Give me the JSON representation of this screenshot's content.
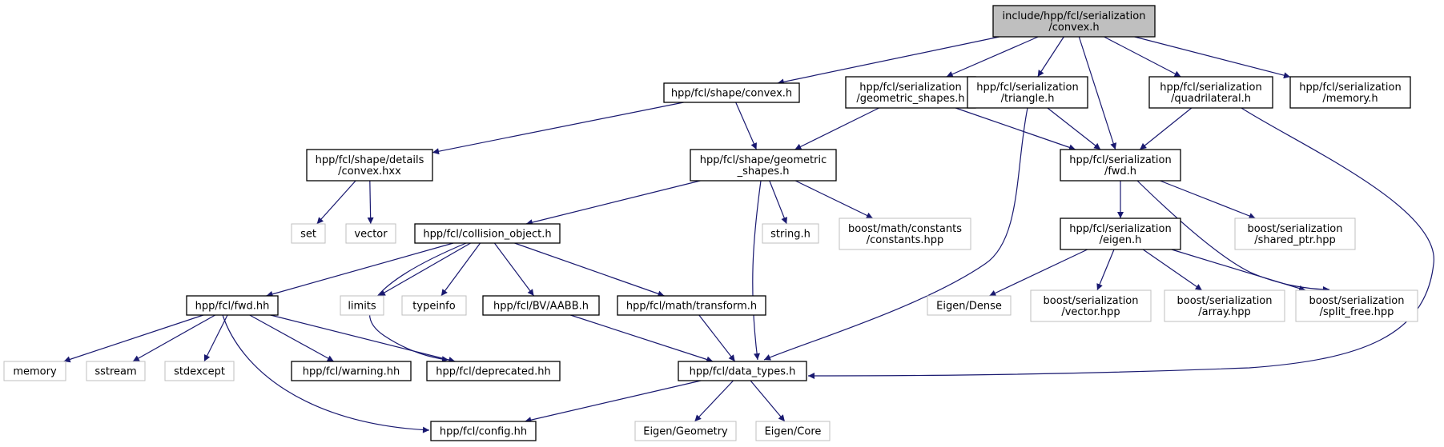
{
  "colors": {
    "edge": "#191970",
    "root_fill": "#bfbfbf",
    "node_border": "#000000",
    "external_border": "#bfbfbf",
    "background": "#ffffff"
  },
  "nodes": [
    {
      "id": "root",
      "lines": [
        "include/hpp/fcl/serialization",
        "/convex.h"
      ],
      "kind": "root"
    },
    {
      "id": "shape-convex",
      "lines": [
        "hpp/fcl/shape/convex.h"
      ],
      "kind": "file"
    },
    {
      "id": "ser-geom",
      "lines": [
        "hpp/fcl/serialization",
        "/geometric_shapes.h"
      ],
      "kind": "file"
    },
    {
      "id": "ser-triangle",
      "lines": [
        "hpp/fcl/serialization",
        "/triangle.h"
      ],
      "kind": "file"
    },
    {
      "id": "ser-quad",
      "lines": [
        "hpp/fcl/serialization",
        "/quadrilateral.h"
      ],
      "kind": "file"
    },
    {
      "id": "ser-memory",
      "lines": [
        "hpp/fcl/serialization",
        "/memory.h"
      ],
      "kind": "file"
    },
    {
      "id": "details-convex",
      "lines": [
        "hpp/fcl/shape/details",
        "/convex.hxx"
      ],
      "kind": "file"
    },
    {
      "id": "shape-geom",
      "lines": [
        "hpp/fcl/shape/geometric",
        "_shapes.h"
      ],
      "kind": "file"
    },
    {
      "id": "ser-fwd",
      "lines": [
        "hpp/fcl/serialization",
        "/fwd.h"
      ],
      "kind": "file"
    },
    {
      "id": "set",
      "lines": [
        "set"
      ],
      "kind": "external"
    },
    {
      "id": "vector",
      "lines": [
        "vector"
      ],
      "kind": "external"
    },
    {
      "id": "collision-object",
      "lines": [
        "hpp/fcl/collision_object.h"
      ],
      "kind": "file"
    },
    {
      "id": "string-h",
      "lines": [
        "string.h"
      ],
      "kind": "external"
    },
    {
      "id": "boost-constants",
      "lines": [
        "boost/math/constants",
        "/constants.hpp"
      ],
      "kind": "external"
    },
    {
      "id": "ser-eigen",
      "lines": [
        "hpp/fcl/serialization",
        "/eigen.h"
      ],
      "kind": "file"
    },
    {
      "id": "boost-shared-ptr",
      "lines": [
        "boost/serialization",
        "/shared_ptr.hpp"
      ],
      "kind": "external"
    },
    {
      "id": "fcl-fwd",
      "lines": [
        "hpp/fcl/fwd.hh"
      ],
      "kind": "file"
    },
    {
      "id": "limits",
      "lines": [
        "limits"
      ],
      "kind": "external"
    },
    {
      "id": "typeinfo",
      "lines": [
        "typeinfo"
      ],
      "kind": "external"
    },
    {
      "id": "bv-aabb",
      "lines": [
        "hpp/fcl/BV/AABB.h"
      ],
      "kind": "file"
    },
    {
      "id": "math-transform",
      "lines": [
        "hpp/fcl/math/transform.h"
      ],
      "kind": "file"
    },
    {
      "id": "eigen-dense",
      "lines": [
        "Eigen/Dense"
      ],
      "kind": "external"
    },
    {
      "id": "boost-vector",
      "lines": [
        "boost/serialization",
        "/vector.hpp"
      ],
      "kind": "external"
    },
    {
      "id": "boost-array",
      "lines": [
        "boost/serialization",
        "/array.hpp"
      ],
      "kind": "external"
    },
    {
      "id": "boost-split-free",
      "lines": [
        "boost/serialization",
        "/split_free.hpp"
      ],
      "kind": "external"
    },
    {
      "id": "memory",
      "lines": [
        "memory"
      ],
      "kind": "external"
    },
    {
      "id": "sstream",
      "lines": [
        "sstream"
      ],
      "kind": "external"
    },
    {
      "id": "stdexcept",
      "lines": [
        "stdexcept"
      ],
      "kind": "external"
    },
    {
      "id": "warning",
      "lines": [
        "hpp/fcl/warning.hh"
      ],
      "kind": "file"
    },
    {
      "id": "deprecated",
      "lines": [
        "hpp/fcl/deprecated.hh"
      ],
      "kind": "file"
    },
    {
      "id": "data-types",
      "lines": [
        "hpp/fcl/data_types.h"
      ],
      "kind": "file"
    },
    {
      "id": "config",
      "lines": [
        "hpp/fcl/config.hh"
      ],
      "kind": "file"
    },
    {
      "id": "eigen-geometry",
      "lines": [
        "Eigen/Geometry"
      ],
      "kind": "external"
    },
    {
      "id": "eigen-core",
      "lines": [
        "Eigen/Core"
      ],
      "kind": "external"
    }
  ],
  "edges": [
    [
      "root",
      "shape-convex"
    ],
    [
      "root",
      "ser-geom"
    ],
    [
      "root",
      "ser-triangle"
    ],
    [
      "root",
      "ser-fwd"
    ],
    [
      "root",
      "ser-quad"
    ],
    [
      "root",
      "ser-memory"
    ],
    [
      "shape-convex",
      "details-convex"
    ],
    [
      "shape-convex",
      "shape-geom"
    ],
    [
      "ser-geom",
      "shape-geom"
    ],
    [
      "ser-geom",
      "ser-fwd"
    ],
    [
      "ser-triangle",
      "ser-fwd"
    ],
    [
      "ser-triangle",
      "data-types"
    ],
    [
      "ser-quad",
      "ser-fwd"
    ],
    [
      "ser-quad",
      "data-types"
    ],
    [
      "details-convex",
      "set"
    ],
    [
      "details-convex",
      "vector"
    ],
    [
      "shape-geom",
      "collision-object"
    ],
    [
      "shape-geom",
      "string-h"
    ],
    [
      "shape-geom",
      "boost-constants"
    ],
    [
      "shape-geom",
      "data-types"
    ],
    [
      "ser-fwd",
      "ser-eigen"
    ],
    [
      "ser-fwd",
      "boost-shared-ptr"
    ],
    [
      "ser-fwd",
      "boost-split-free"
    ],
    [
      "collision-object",
      "fcl-fwd"
    ],
    [
      "collision-object",
      "limits"
    ],
    [
      "collision-object",
      "typeinfo"
    ],
    [
      "collision-object",
      "bv-aabb"
    ],
    [
      "collision-object",
      "math-transform"
    ],
    [
      "collision-object",
      "deprecated"
    ],
    [
      "ser-eigen",
      "eigen-dense"
    ],
    [
      "ser-eigen",
      "boost-vector"
    ],
    [
      "ser-eigen",
      "boost-array"
    ],
    [
      "ser-eigen",
      "boost-split-free"
    ],
    [
      "fcl-fwd",
      "memory"
    ],
    [
      "fcl-fwd",
      "sstream"
    ],
    [
      "fcl-fwd",
      "stdexcept"
    ],
    [
      "fcl-fwd",
      "warning"
    ],
    [
      "fcl-fwd",
      "deprecated"
    ],
    [
      "fcl-fwd",
      "config"
    ],
    [
      "bv-aabb",
      "data-types"
    ],
    [
      "math-transform",
      "data-types"
    ],
    [
      "data-types",
      "config"
    ],
    [
      "data-types",
      "eigen-geometry"
    ],
    [
      "data-types",
      "eigen-core"
    ]
  ]
}
